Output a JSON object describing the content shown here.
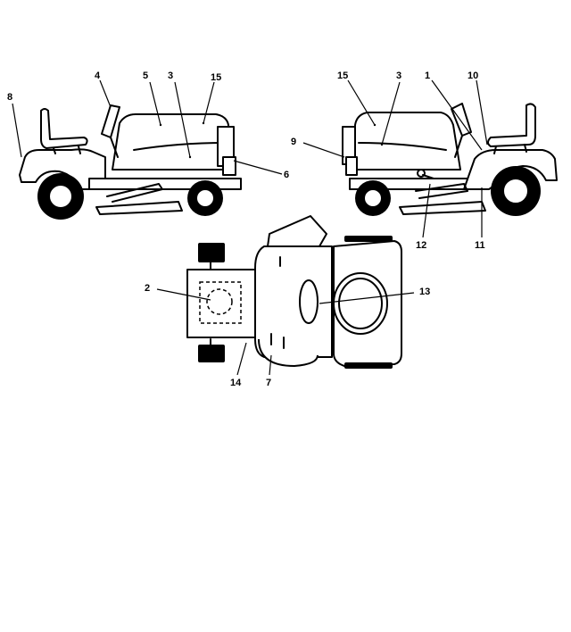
{
  "callouts": {
    "left_side": [
      "8",
      "4",
      "5",
      "3",
      "15",
      "6"
    ],
    "right_side": [
      "15",
      "3",
      "1",
      "10",
      "9",
      "12",
      "11"
    ],
    "top_view": [
      "2",
      "13",
      "14",
      "7"
    ]
  },
  "colors": {
    "ink": "#000000",
    "paper": "#ffffff"
  }
}
